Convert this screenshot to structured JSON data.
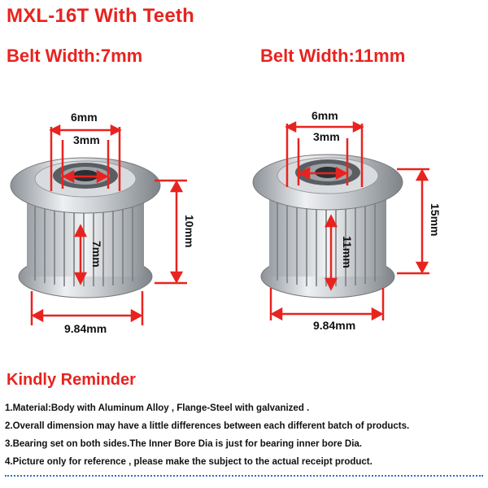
{
  "title": "MXL-16T With Teeth",
  "left": {
    "belt_width": "Belt Width:7mm",
    "dims": {
      "outer": "6mm",
      "inner": "3mm",
      "height": "10mm",
      "tooth": "7mm",
      "dia": "9.84mm"
    }
  },
  "right": {
    "belt_width": "Belt Width:11mm",
    "dims": {
      "outer": "6mm",
      "inner": "3mm",
      "height": "15mm",
      "tooth": "11mm",
      "dia": "9.84mm"
    }
  },
  "reminder": {
    "title": "Kindly Reminder",
    "notes": [
      "1.Material:Body with Aluminum Alloy , Flange-Steel with galvanized .",
      "2.Overall dimension may have a little differences between each different batch of products.",
      "3.Bearing set on both sides.The Inner Bore Dia is just for bearing inner bore Dia.",
      "4.Picture only for reference , please make the subject to the actual receipt product."
    ]
  },
  "colors": {
    "accent": "#e8231f",
    "dotline": "#2b6fd6"
  }
}
